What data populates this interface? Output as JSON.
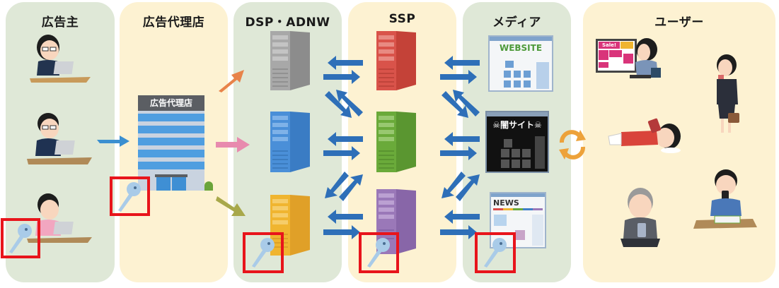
{
  "panels": [
    {
      "id": "advertiser",
      "title": "広告主"
    },
    {
      "id": "agency",
      "title": "広告代理店"
    },
    {
      "id": "dsp",
      "title": "DSP・ADNW"
    },
    {
      "id": "ssp",
      "title": "SSP"
    },
    {
      "id": "media",
      "title": "メディア"
    },
    {
      "id": "users",
      "title": "ユーザー"
    }
  ],
  "agency_building": {
    "sign": "広告代理店"
  },
  "media_sites": [
    {
      "name": "website",
      "heading": "WEBSITE"
    },
    {
      "name": "dark-site",
      "heading": "闇サイト"
    },
    {
      "name": "news-site",
      "heading": "NEWS"
    }
  ],
  "users_screen": {
    "banner_text": "Sale!"
  },
  "colors": {
    "panel_green": "#dfe8d7",
    "panel_yellow": "#fdf2d2",
    "highlight_red": "#e8141b",
    "exchange_arrow": "#2e6fb8",
    "cycle_arrow": "#eda23a",
    "key": "#a9cbe8",
    "server_dsp": [
      "#9a9a9a",
      "#4a8fd8",
      "#f0b530"
    ],
    "server_ssp": [
      "#d9534a",
      "#6aaa3a",
      "#9a78b8"
    ],
    "agency_arrows": [
      "#e8834a",
      "#e88aae",
      "#a8a84a"
    ]
  },
  "highlighted_keys": [
    {
      "panel": "advertiser"
    },
    {
      "panel": "agency"
    },
    {
      "panel": "dsp"
    },
    {
      "panel": "ssp"
    },
    {
      "panel": "media"
    }
  ]
}
